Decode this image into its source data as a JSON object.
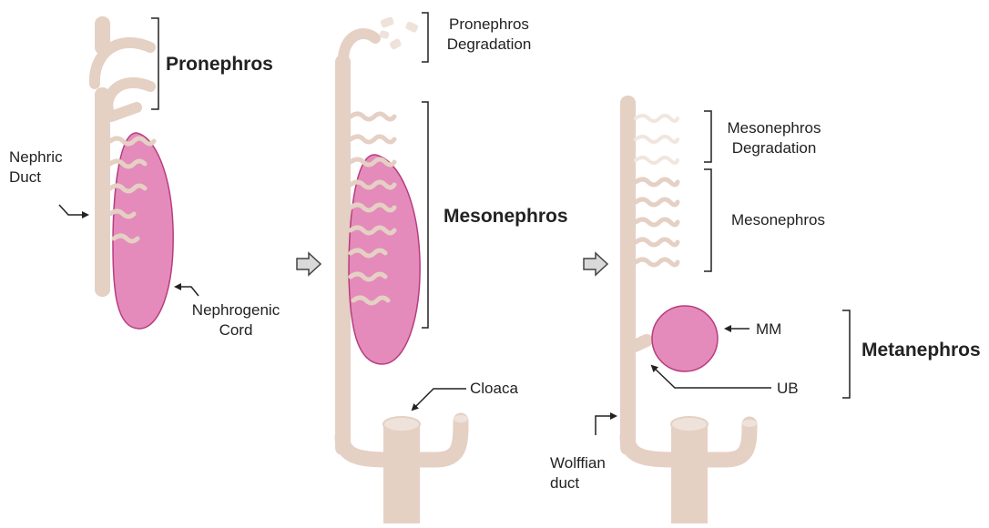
{
  "colors": {
    "tube": "#e5d0c4",
    "tube_dark": "#d8c0b2",
    "cord": "#e48bbb",
    "cord_stroke": "#b83d7e",
    "ink": "#222222",
    "arrow_fill": "#d9d9d9"
  },
  "labels": {
    "pronephros": "Pronephros",
    "pronephros_degradation_1": "Pronephros",
    "pronephros_degradation_2": "Degradation",
    "nephric_duct_1": "Nephric",
    "nephric_duct_2": "Duct",
    "nephrogenic_cord_1": "Nephrogenic",
    "nephrogenic_cord_2": "Cord",
    "mesonephros_bold": "Mesonephros",
    "cloaca": "Cloaca",
    "mesonephros_degradation_1": "Mesonephros",
    "mesonephros_degradation_2": "Degradation",
    "mesonephros": "Mesonephros",
    "mm": "MM",
    "ub": "UB",
    "metanephros": "Metanephros",
    "wolffian_1": "Wolffian",
    "wolffian_2": "duct"
  }
}
